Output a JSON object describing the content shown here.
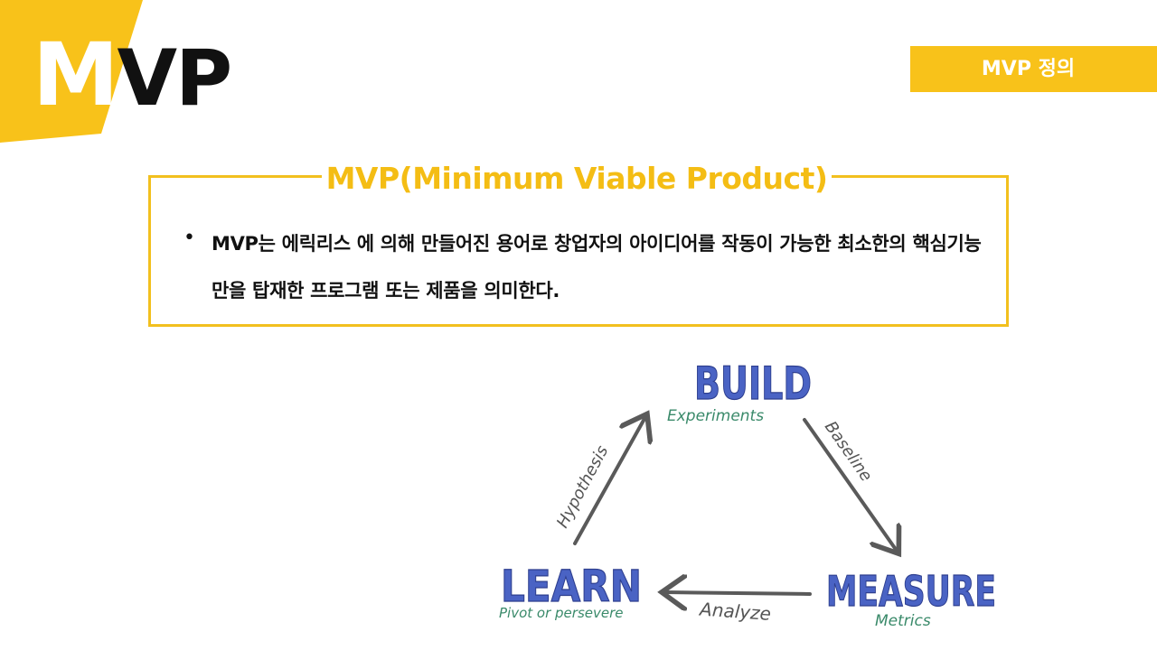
{
  "header": {
    "logo_m": "M",
    "logo_vp": "VP",
    "section_badge": "MVP 정의"
  },
  "definition": {
    "title": "MVP(Minimum Viable Product)",
    "bullet": "•",
    "text": "MVP는 에릭리스 에 의해 만들어진 용어로 창업자의 아이디어를 작동이 가능한 최소한의 핵심기능만을 탑재한 프로그램 또는 제품을 의미한다."
  },
  "diagram": {
    "build": {
      "title": "BUILD",
      "subtitle": "Experiments"
    },
    "measure": {
      "title": "MEASURE",
      "subtitle": "Metrics"
    },
    "learn": {
      "title": "LEARN",
      "subtitle": "Pivot or persevere"
    },
    "edges": {
      "build_to_measure": "Baseline",
      "measure_to_learn": "Analyze",
      "learn_to_build": "Hypothesis"
    }
  },
  "colors": {
    "accent_yellow": "#f8c21a",
    "title_blue": "#4a63c4",
    "subtitle_green": "#3a8a6a",
    "arrow_gray": "#5a5a5a"
  }
}
